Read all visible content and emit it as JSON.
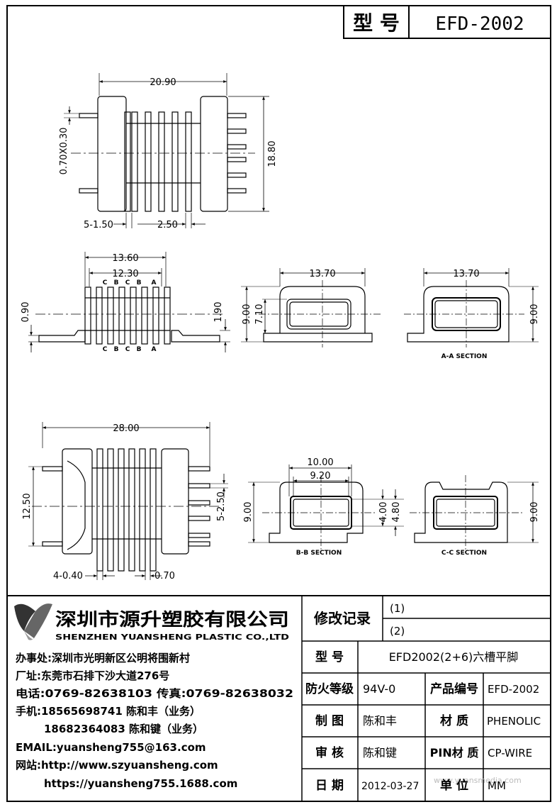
{
  "header": {
    "model_label": "型 号",
    "model_value": "EFD-2002"
  },
  "drawing": {
    "top_view": {
      "dim_width": "20.90",
      "dim_pin": "0.70X0.30",
      "dim_height": "18.80",
      "dim_pitch_count": "5-1.50",
      "dim_slot": "2.50"
    },
    "side_view": {
      "dim_outer": "13.60",
      "dim_inner": "12.30",
      "dim_left": "0.90",
      "dim_right": "1.90",
      "slot_labels_top": [
        "C",
        "B",
        "C",
        "B",
        "A"
      ],
      "slot_labels_bottom": [
        "C",
        "B",
        "C",
        "B",
        "A"
      ]
    },
    "end_view": {
      "dim_width": "13.70",
      "dim_height": "9.00",
      "dim_inner_height": "7.10"
    },
    "section_aa": {
      "dim_width": "13.70",
      "dim_height": "9.00",
      "label": "A-A SECTION"
    },
    "bottom_view": {
      "dim_width": "28.00",
      "dim_height": "12.50",
      "dim_right": "5-2.50",
      "dim_pin_count": "4-0.40",
      "dim_pin": "0.70"
    },
    "section_bb": {
      "dim_outer": "10.00",
      "dim_inner": "9.20",
      "dim_height": "9.00",
      "dim_a": "4.00",
      "dim_b": "4.80",
      "label": "B-B SECTION"
    },
    "section_cc": {
      "dim_height": "9.00",
      "label": "C-C SECTION"
    }
  },
  "company": {
    "name_cn": "深圳市源升塑胶有限公司",
    "name_en": "SHENZHEN YUANSHENG PLASTIC CO.,LTD",
    "office": "办事处:深圳市光明新区公明将围新村",
    "factory": "厂址:东莞市石排下沙大道276号",
    "phone": "电话:0769-82638103 传真:0769-82638032",
    "mobile1": "手机:18565698741 陈和丰（业务）",
    "mobile2": "18682364083 陈和键（业务）",
    "email": "EMAIL:yuansheng755@163.com",
    "web1": "网站:http://www.szyuansheng.com",
    "web2": "https://yuansheng755.1688.com"
  },
  "revision": {
    "label": "修改记录",
    "rows": [
      "(1)",
      "(2)"
    ]
  },
  "info": {
    "model_label": "型 号",
    "model_value": "EFD2002(2+6)六槽平脚",
    "fire_label": "防火等级",
    "fire_value": "94V-0",
    "product_no_label": "产品编号",
    "product_no_value": "EFD-2002",
    "drawn_label": "制 图",
    "drawn_value": "陈和丰",
    "material_label": "材 质",
    "material_value": "PHENOLIC",
    "check_label": "审 核",
    "check_value": "陈和键",
    "pin_material_label": "PIN材 质",
    "pin_material_value": "CP-WIRE",
    "date_label": "日 期",
    "date_value": "2012-03-27",
    "unit_label": "单 位",
    "unit_value": "MM",
    "watermark": "www.yuansmedia.com"
  }
}
